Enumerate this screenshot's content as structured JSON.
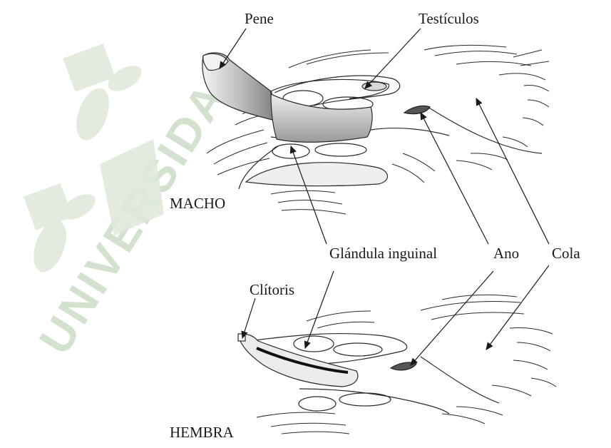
{
  "labels": {
    "pene": "Pene",
    "testiculos": "Testículos",
    "macho": "MACHO",
    "glandula_inguinal": "Glándula inguinal",
    "ano": "Ano",
    "cola": "Cola",
    "clitoris": "Clítoris",
    "hembra": "HEMBRA"
  },
  "watermark": {
    "text": "UNIVERSIDAD"
  },
  "colors": {
    "ink": "#1a1a1a",
    "shading": "#8a8a8a",
    "watermark": "#d3e2cf"
  }
}
